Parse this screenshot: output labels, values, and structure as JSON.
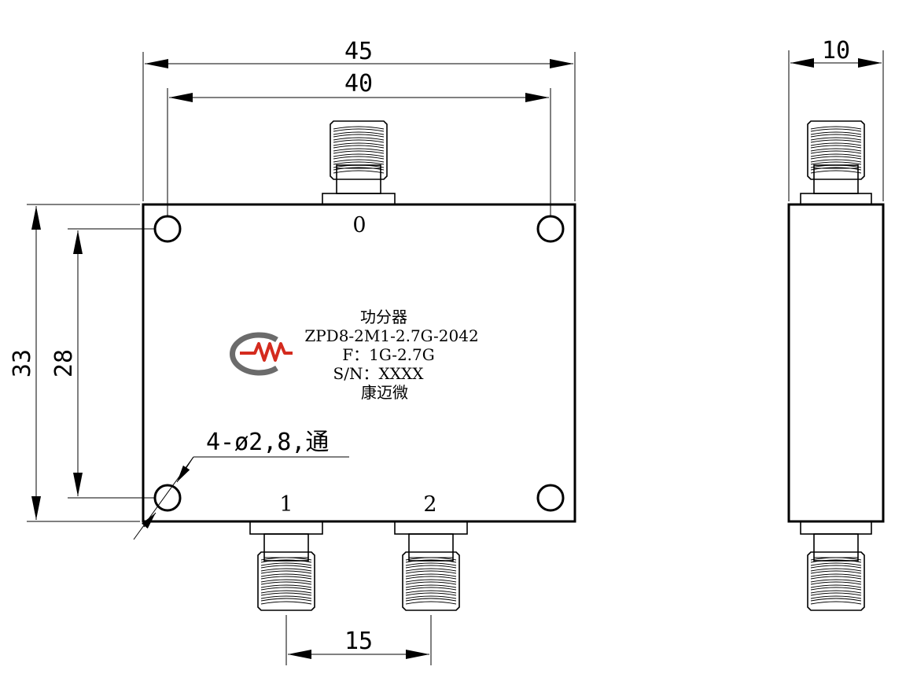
{
  "dimensions": {
    "overall_width": "45",
    "hole_spacing_x": "40",
    "overall_height": "33",
    "hole_spacing_y": "28",
    "port_spacing": "15",
    "side_thickness": "10"
  },
  "ports": {
    "input": "0",
    "output_1": "1",
    "output_2": "2"
  },
  "hole_callout": "4-ø2,8,通",
  "label": {
    "title": "功分器",
    "model": "ZPD8-2M1-2.7G-2042",
    "frequency": "F：1G-2.7G",
    "serial": "S/N：XXXX",
    "company": "康迈微"
  },
  "colors": {
    "logo_red": "#d42b1e",
    "logo_gray": "#6b6b6b"
  }
}
